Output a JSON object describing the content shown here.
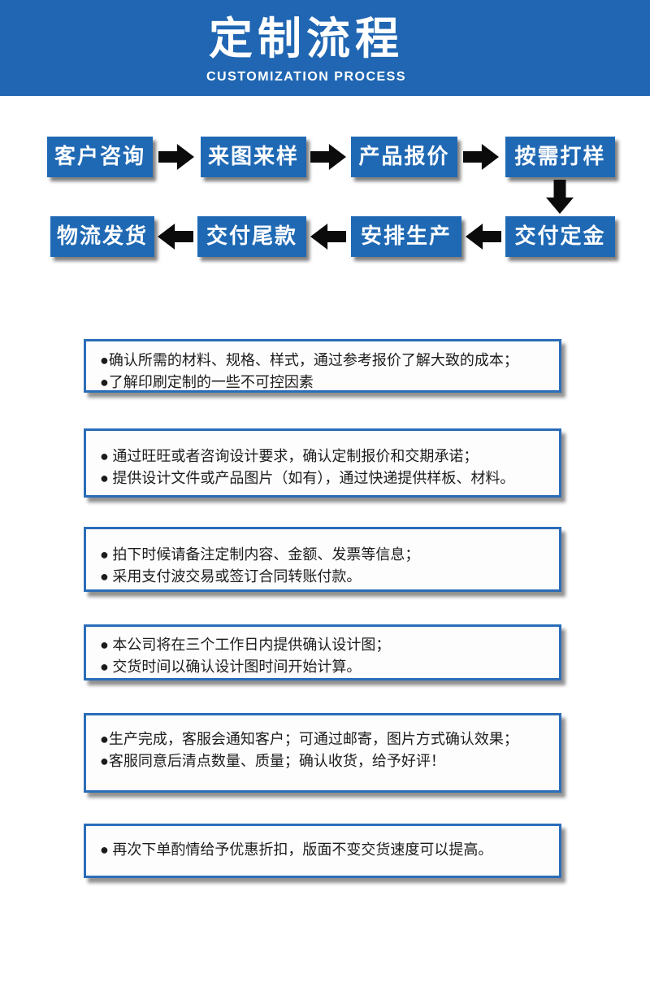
{
  "header": {
    "title": "定制流程",
    "subtitle": "CUSTOMIZATION PROCESS",
    "bg_color": "#2066b2",
    "text_color": "#ffffff"
  },
  "flowchart": {
    "box_color": "#1f69b4",
    "arrow_color": "#0b0b0b",
    "row1": [
      {
        "label": "客户咨询"
      },
      {
        "label": "来图来样"
      },
      {
        "label": "产品报价"
      },
      {
        "label": "按需打样"
      }
    ],
    "row2": [
      {
        "label": "物流发货"
      },
      {
        "label": "交付尾款"
      },
      {
        "label": "安排生产"
      },
      {
        "label": "交付定金"
      }
    ]
  },
  "notes": [
    {
      "lines": [
        "●确认所需的材料、规格、样式，通过参考报价了解大致的成本；",
        "●了解印刷定制的一些不可控因素"
      ]
    },
    {
      "lines": [
        "● 通过旺旺或者咨询设计要求，确认定制报价和交期承诺；",
        "● 提供设计文件或产品图片（如有），通过快递提供样板、材料。"
      ]
    },
    {
      "lines": [
        "● 拍下时候请备注定制内容、金额、发票等信息；",
        "● 采用支付波交易或签订合同转账付款。"
      ]
    },
    {
      "lines": [
        "● 本公司将在三个工作日内提供确认设计图；",
        "● 交货时间以确认设计图时间开始计算。"
      ]
    },
    {
      "lines": [
        "●生产完成，客服会通知客户；可通过邮寄，图片方式确认效果；",
        "●客服同意后清点数量、质量；确认收货，给予好评！"
      ]
    },
    {
      "lines": [
        "● 再次下单酌情给予优惠折扣，版面不变交货速度可以提高。"
      ]
    }
  ]
}
